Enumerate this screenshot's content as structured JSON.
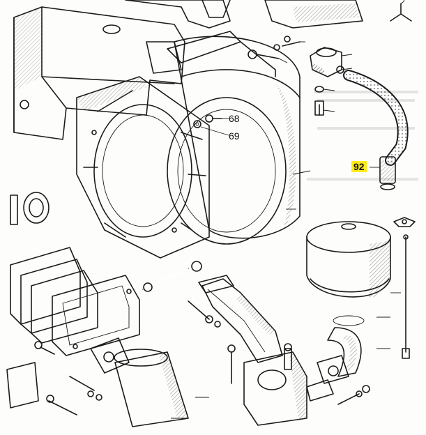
{
  "callouts": [
    {
      "label": "68"
    },
    {
      "label": "69"
    },
    {
      "label": "92",
      "highlighted": true
    }
  ],
  "colors": {
    "highlight": "#ffeb1a",
    "ink": "#1b1b1b",
    "paper": "#fdfdfb"
  }
}
